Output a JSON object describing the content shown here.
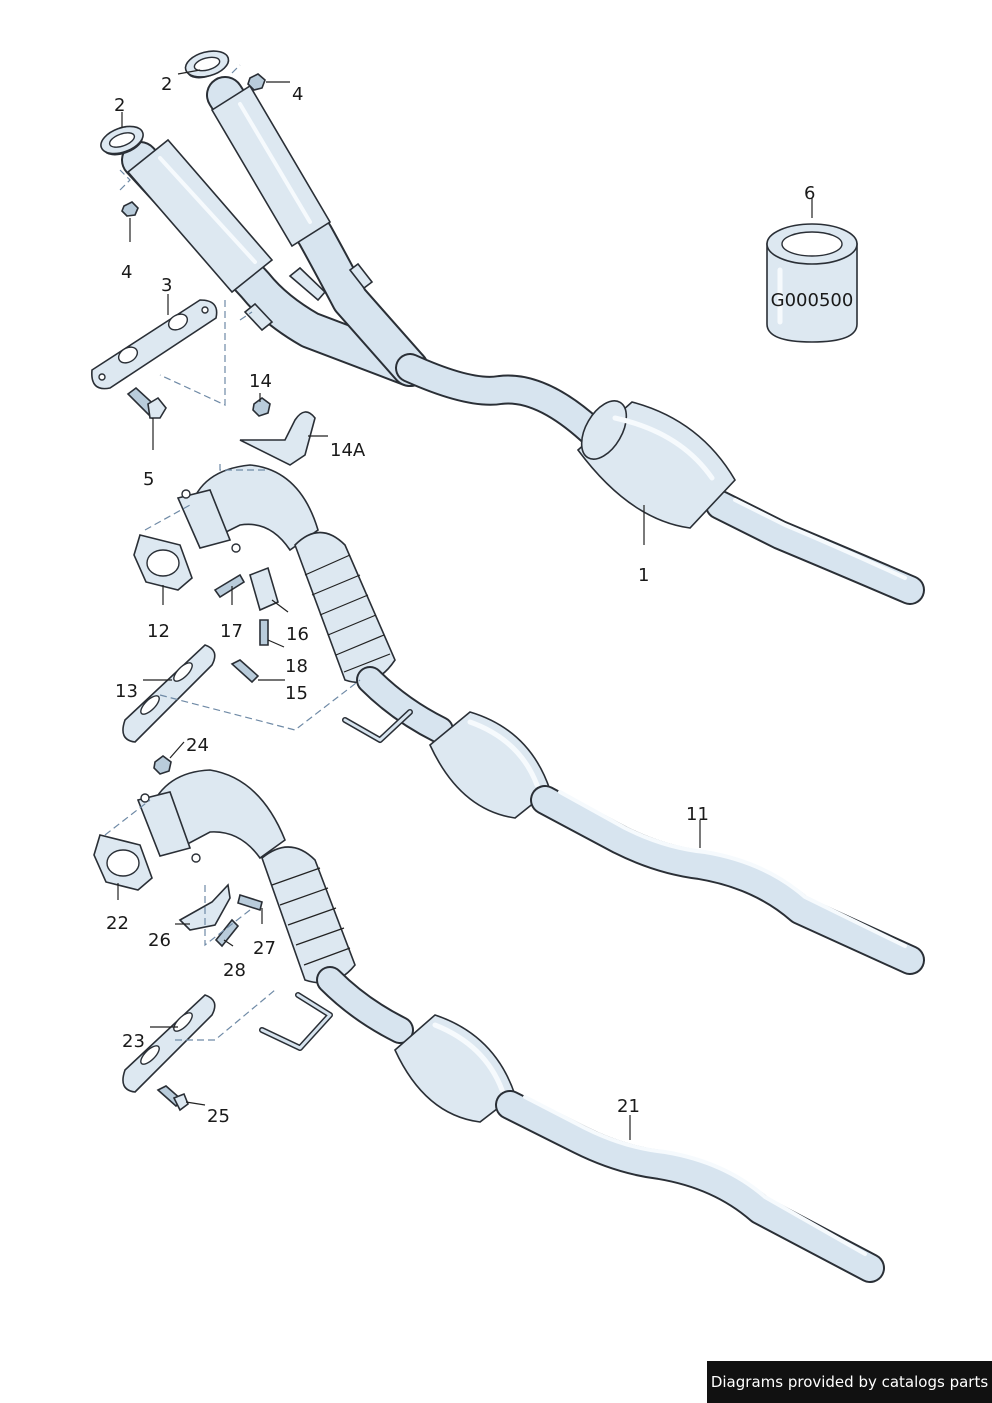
{
  "labels": {
    "l1": "1",
    "l2a": "2",
    "l2b": "2",
    "l3": "3",
    "l4a": "4",
    "l4b": "4",
    "l5": "5",
    "l6": "6",
    "l11": "11",
    "l12": "12",
    "l13": "13",
    "l14": "14",
    "l14a": "14A",
    "l15": "15",
    "l16": "16",
    "l17": "17",
    "l18": "18",
    "l21": "21",
    "l22": "22",
    "l23": "23",
    "l24": "24",
    "l25": "25",
    "l26": "26",
    "l27": "27",
    "l28": "28"
  },
  "part6_code": "G000500",
  "footer": "Diagrams provided by catalogs parts",
  "colors": {
    "part_fill": "#dde8f1",
    "outline": "#2a2f36",
    "dash": "#6f8aa6",
    "footer_bg": "#111111"
  }
}
